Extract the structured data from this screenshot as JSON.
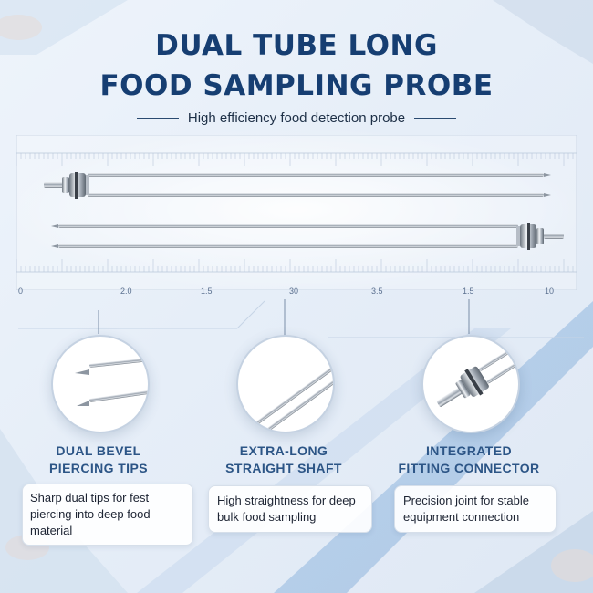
{
  "header": {
    "title_line1": "DUAL TUBE LONG",
    "title_line2": "FOOD SAMPLING PROBE",
    "subtitle": "High efficiency food detection probe"
  },
  "ruler": {
    "labels": [
      "0",
      "2.0",
      "1.5",
      "30",
      "3.5",
      "1.5",
      "10"
    ]
  },
  "features": [
    {
      "title_line1": "DUAL BEVEL",
      "title_line2": "PIERCING TIPS",
      "description": "Sharp dual tips for fest piercing into deep food material"
    },
    {
      "title_line1": "EXTRA-LONG",
      "title_line2": "STRAIGHT SHAFT",
      "description": "High straightness for deep bulk food sampling"
    },
    {
      "title_line1": "INTEGRATED",
      "title_line2": "FITTING CONNECTOR",
      "description": "Precision joint for stable equipment connection"
    }
  ],
  "colors": {
    "title": "#163e72",
    "feature_title": "#2c5586",
    "accent": "#7fb0e0",
    "background": "#e6eef8"
  },
  "icons": [
    "probe-image",
    "tips-closeup-icon",
    "shaft-closeup-icon",
    "connector-closeup-icon"
  ]
}
